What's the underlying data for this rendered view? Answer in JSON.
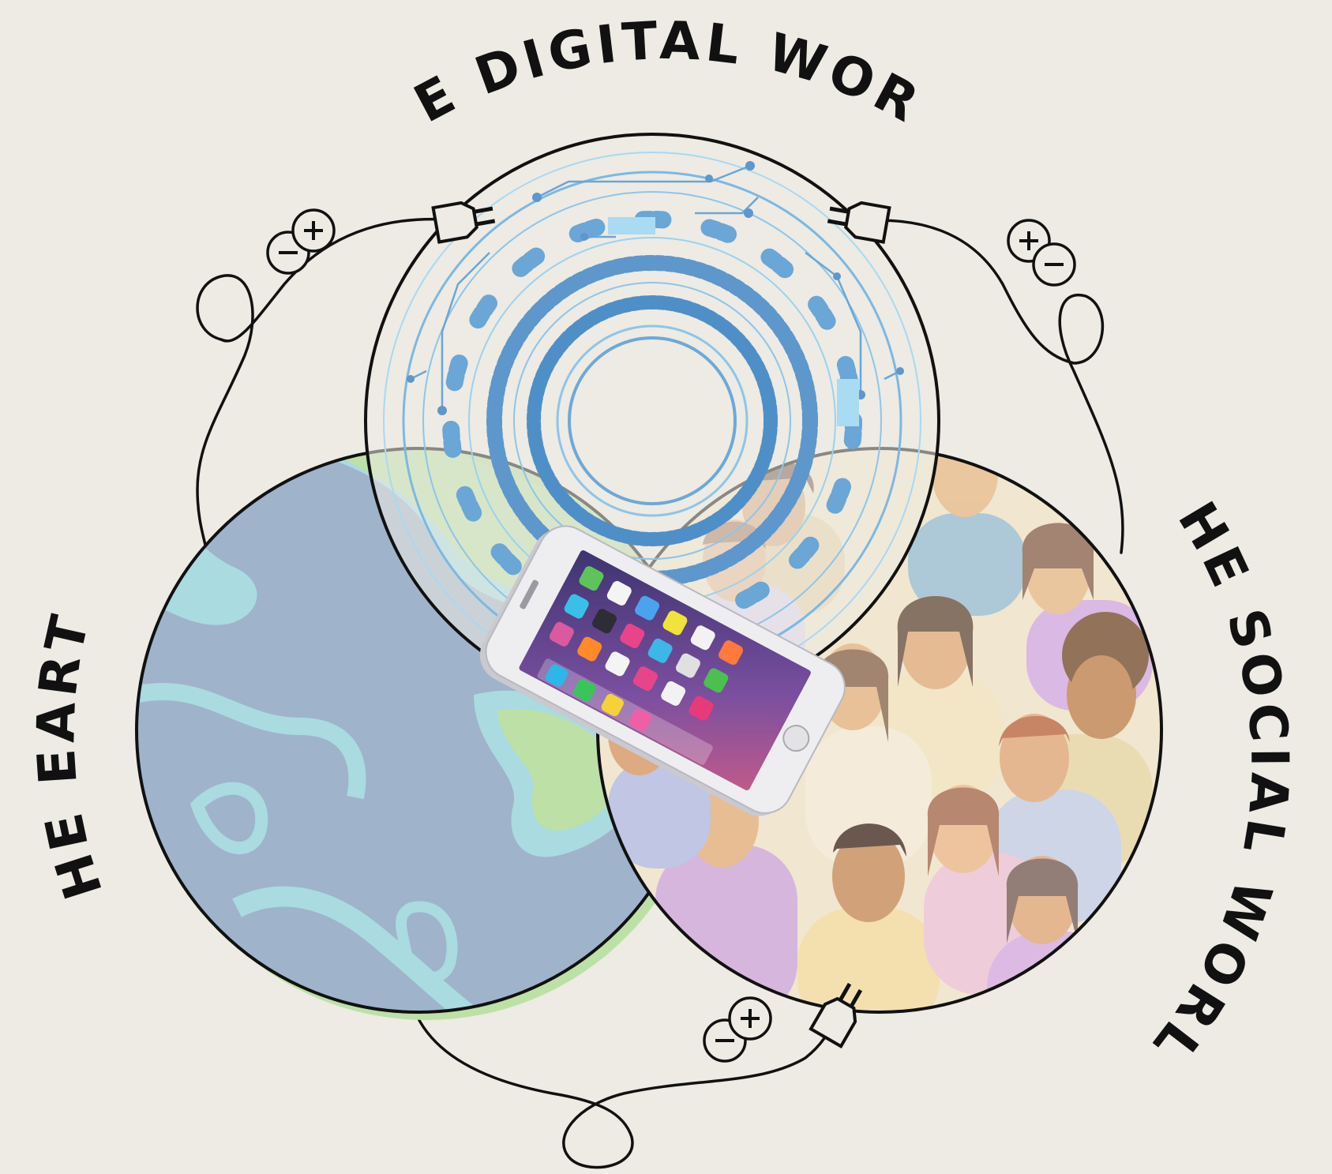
{
  "labels": {
    "digital_world": "THE DIGITAL WORLD",
    "earth": "THE EARTH",
    "social_world": "THE SOCIAL WORLD"
  },
  "icons": [
    "plug-icon",
    "battery-plus-minus-icon",
    "smartphone-icon",
    "circuit-ring-icon",
    "globe-map-icon",
    "people-crowd-icon"
  ],
  "colors": {
    "background": "#edebe4",
    "outline": "#111111",
    "ocean": "#9fb3cb",
    "land": "#bde0a6",
    "coast": "#a9dbe0",
    "circuit": "#8ec5ea",
    "phone_body": "#e6e6ea",
    "phone_screen": "#6b4b9a"
  }
}
